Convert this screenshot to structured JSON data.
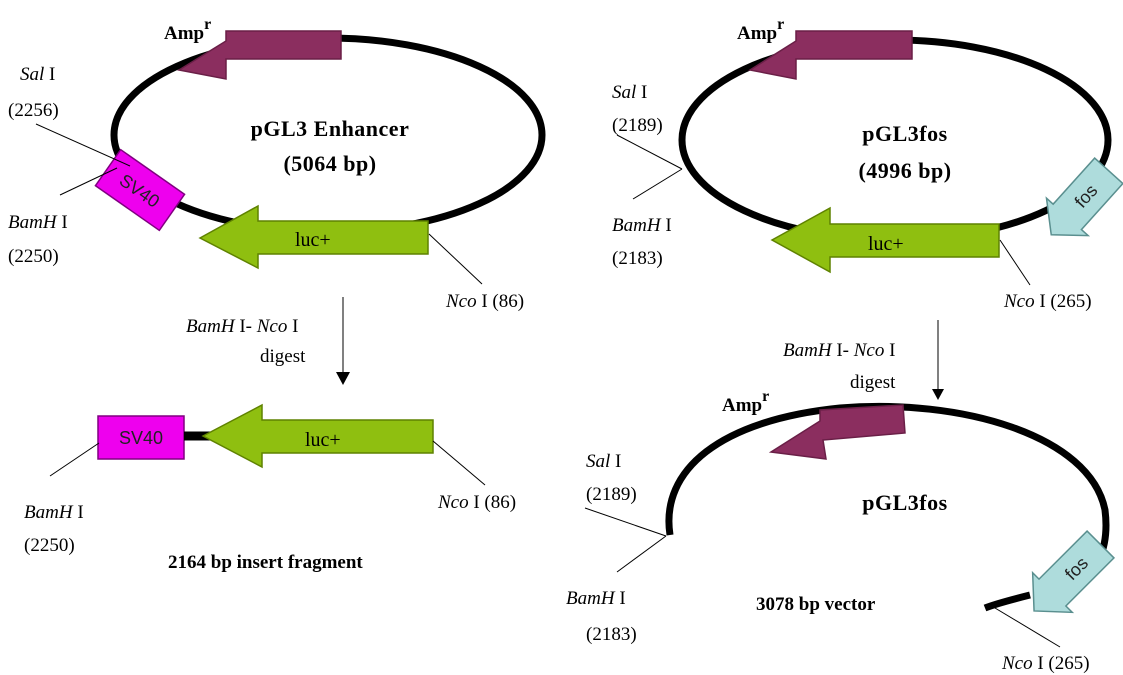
{
  "plasmid_a": {
    "name": "pGL3 Enhancer",
    "size": "(5064 bp)",
    "amp_label": "Amp",
    "amp_sup": "r",
    "sal_name": "Sal",
    "sal_num": "I",
    "sal_pos": "(2256)",
    "bam_name": "BamH",
    "bam_num": "I",
    "bam_pos": "(2250)",
    "promoter": "SV40",
    "reporter": "luc+",
    "nco_name": "Nco",
    "nco_rest": "I (86)"
  },
  "plasmid_b": {
    "name": "pGL3fos",
    "size": "(4996 bp)",
    "amp_label": "Amp",
    "amp_sup": "r",
    "sal_name": "Sal",
    "sal_num": "I",
    "sal_pos": "(2189)",
    "bam_name": "BamH",
    "bam_num": "I",
    "bam_pos": "(2183)",
    "promoter": "fos",
    "reporter": "luc+",
    "nco_name": "Nco",
    "nco_rest": "I (265)"
  },
  "digest_a": {
    "enzyme1": "BamH",
    "mid": "I-",
    "enzyme2": "Nco",
    "tail": "I",
    "word": "digest"
  },
  "digest_b": {
    "enzyme1": "BamH",
    "mid": "I-",
    "enzyme2": "Nco",
    "tail": "I",
    "word": "digest"
  },
  "fragment": {
    "promoter": "SV40",
    "reporter": "luc+",
    "bam_name": "BamH",
    "bam_num": "I",
    "bam_pos": "(2250)",
    "nco_name": "Nco",
    "nco_rest": "I (86)",
    "caption": "2164 bp insert fragment"
  },
  "vector": {
    "name": "pGL3fos",
    "amp_label": "Amp",
    "amp_sup": "r",
    "sal_name": "Sal",
    "sal_num": "I",
    "sal_pos": "(2189)",
    "bam_name": "BamH",
    "bam_num": "I",
    "bam_pos": "(2183)",
    "promoter": "fos",
    "nco_name": "Nco",
    "nco_rest": "I (265)",
    "caption": "3078 bp vector"
  },
  "colors": {
    "amp": "#8b2e5f",
    "luc": "#8fbf10",
    "sv40": "#ee00ee",
    "fos": "#aedcdc"
  }
}
